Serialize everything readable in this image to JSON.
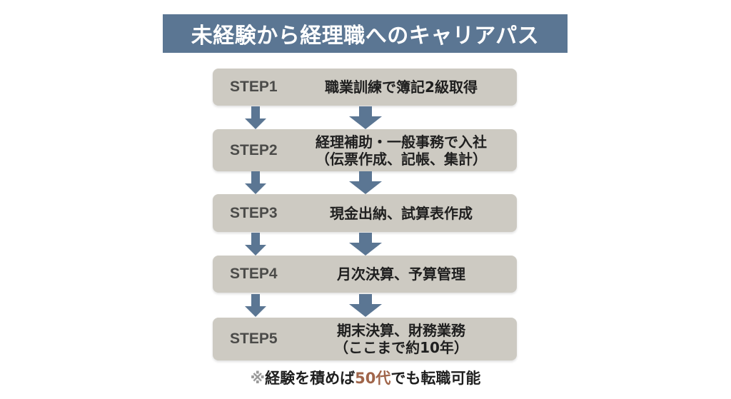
{
  "title": "未経験から経理職へのキャリアパス",
  "colors": {
    "title_bg": "#5b7693",
    "step_bg": "#cdcac2",
    "arrow": "#5b7693",
    "accent": "#a0654a"
  },
  "steps": [
    {
      "label": "STEP1",
      "lines": [
        "職業訓練で簿記2級取得"
      ]
    },
    {
      "label": "STEP2",
      "lines": [
        "経理補助・一般事務で入社",
        "（伝票作成、記帳、集計）"
      ]
    },
    {
      "label": "STEP3",
      "lines": [
        "現金出納、試算表作成"
      ]
    },
    {
      "label": "STEP4",
      "lines": [
        "月次決算、予算管理"
      ]
    },
    {
      "label": "STEP5",
      "lines": [
        "期末決算、財務業務",
        "（ここまで約10年）"
      ]
    }
  ],
  "footnote": {
    "mark": "※",
    "before": "経験を積めば",
    "highlight": "50代",
    "after": "でも転職可能"
  }
}
